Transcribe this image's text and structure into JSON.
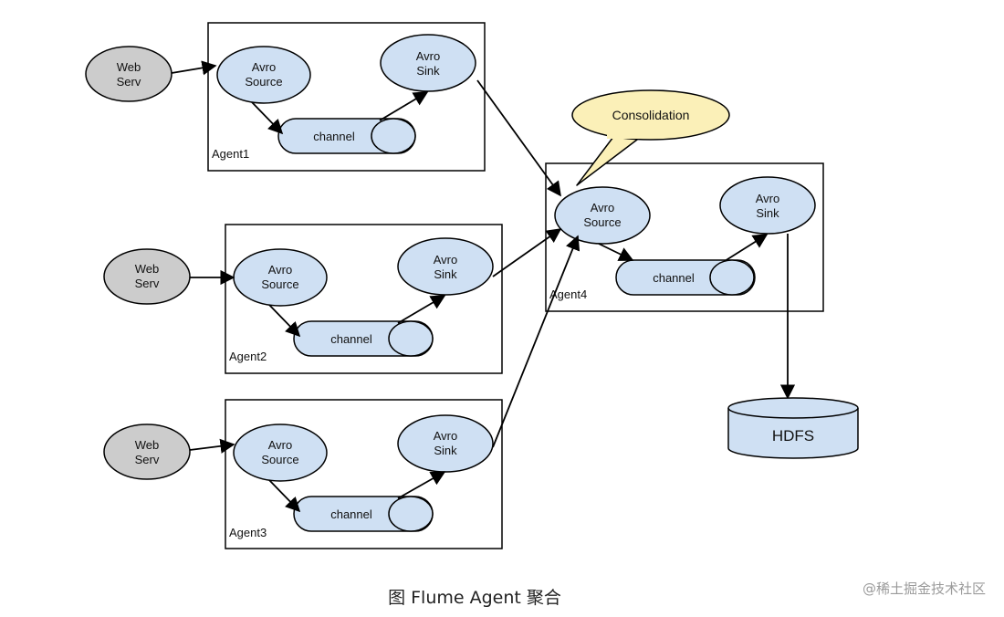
{
  "colors": {
    "node_fill": "#cfe0f3",
    "webserv_fill": "#cccccc",
    "callout_fill": "#fbf0b8",
    "stroke": "#000000"
  },
  "web_serv": [
    "Web",
    "Serv"
  ],
  "avro_source": [
    "Avro",
    "Source"
  ],
  "avro_sink": [
    "Avro",
    "Sink"
  ],
  "channel": "channel",
  "agents": [
    "Agent1",
    "Agent2",
    "Agent3",
    "Agent4"
  ],
  "consolidation": "Consolidation",
  "hdfs": "HDFS",
  "caption": "图  Flume Agent 聚合",
  "watermark": "@稀土掘金技术社区"
}
